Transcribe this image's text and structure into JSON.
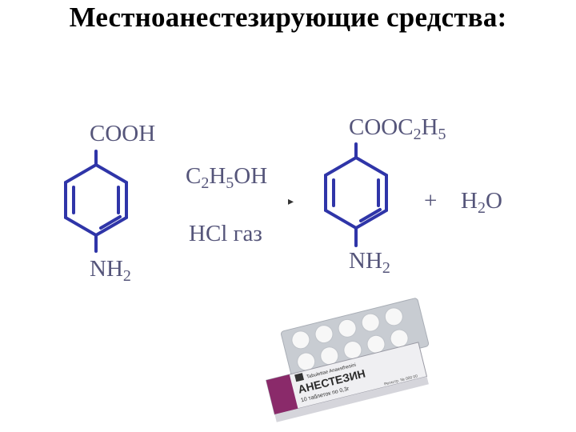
{
  "slide": {
    "title": "Местноанестезирующие средства:"
  },
  "reaction": {
    "reactant": {
      "top_group": "COOH",
      "bottom_group_main": "NH",
      "bottom_group_sub": "2"
    },
    "reagent": {
      "c": "C",
      "c_sub": "2",
      "h": "H",
      "h_sub": "5",
      "oh": "OH",
      "catalyst": "HCl газ"
    },
    "arrow": "▸",
    "product": {
      "top_main": "COOC",
      "top_sub1": "2",
      "top_h": "H",
      "top_sub2": "5",
      "bottom_group_main": "NH",
      "bottom_group_sub": "2"
    },
    "plus": "+",
    "water": {
      "h": "H",
      "h_sub": "2",
      "o": "O"
    }
  },
  "package": {
    "brand_line": "Tabulettae Anaesthesini",
    "name": "АНЕСТЕЗИН",
    "dose_line": "10 таблеток по 0,3г",
    "batch_line": "Регистр. № 000 00",
    "colors": {
      "box": "#efeff2",
      "stripe": "#8a2a6a",
      "blister": "#c8ccd2",
      "tablet": "#f7f7f7"
    }
  },
  "colors": {
    "formula": "#55557a",
    "ring": "#2f35a8"
  }
}
